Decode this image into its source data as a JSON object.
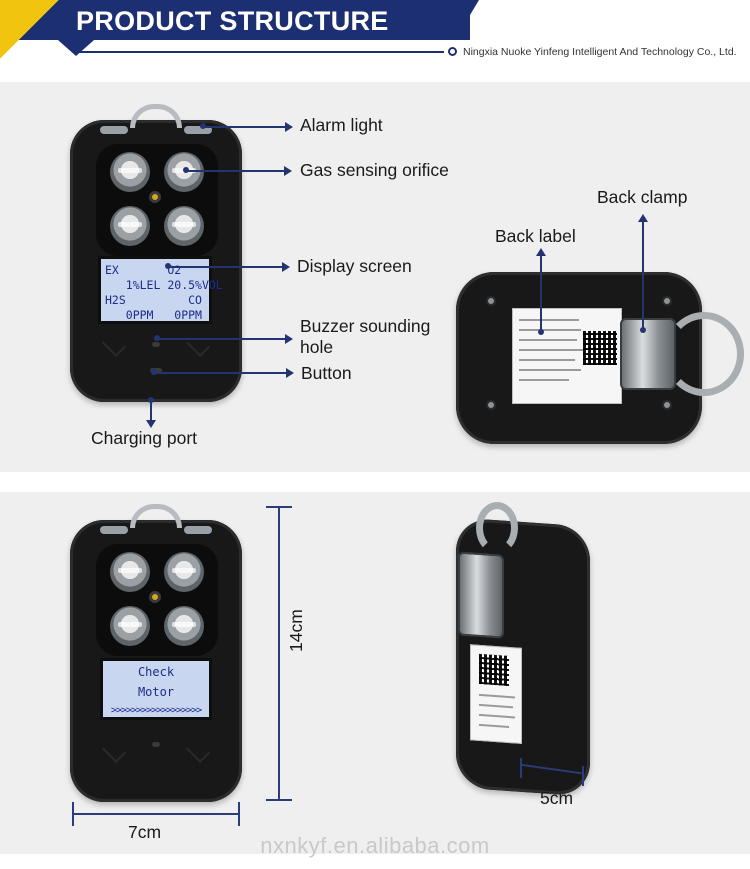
{
  "header": {
    "title": "PRODUCT STRUCTURE",
    "company": "Ningxia Nuoke Yinfeng Intelligent And Technology Co., Ltd."
  },
  "structure_labels": {
    "alarm_light": "Alarm light",
    "gas_sensing_orifice": "Gas sensing orifice",
    "display_screen": "Display screen",
    "buzzer_line1": "Buzzer sounding",
    "buzzer_line2": "hole",
    "button": "Button",
    "charging_port": "Charging port",
    "back_label": "Back label",
    "back_clamp": "Back clamp"
  },
  "display_readout": {
    "row1_left": "EX",
    "row1_right": "O2",
    "row2_left": "1%LEL",
    "row2_right": "20.5%VOL",
    "row3_left": "H2S",
    "row3_right": "CO",
    "row4_left": "0PPM",
    "row4_right": "0PPM"
  },
  "check_screen": {
    "line1": "Check",
    "line2": "Motor",
    "progress": ">>>>>>>>>>>>>>>>>>"
  },
  "dimensions": {
    "height": "14cm",
    "width": "7cm",
    "depth": "5cm"
  },
  "watermark": "nxnkyf.en.alibaba.com",
  "colors": {
    "brand_navy": "#1c2f73",
    "accent_yellow": "#f1c40f",
    "screen_bg": "#c9d6ef",
    "screen_text": "#1c2c8c"
  }
}
